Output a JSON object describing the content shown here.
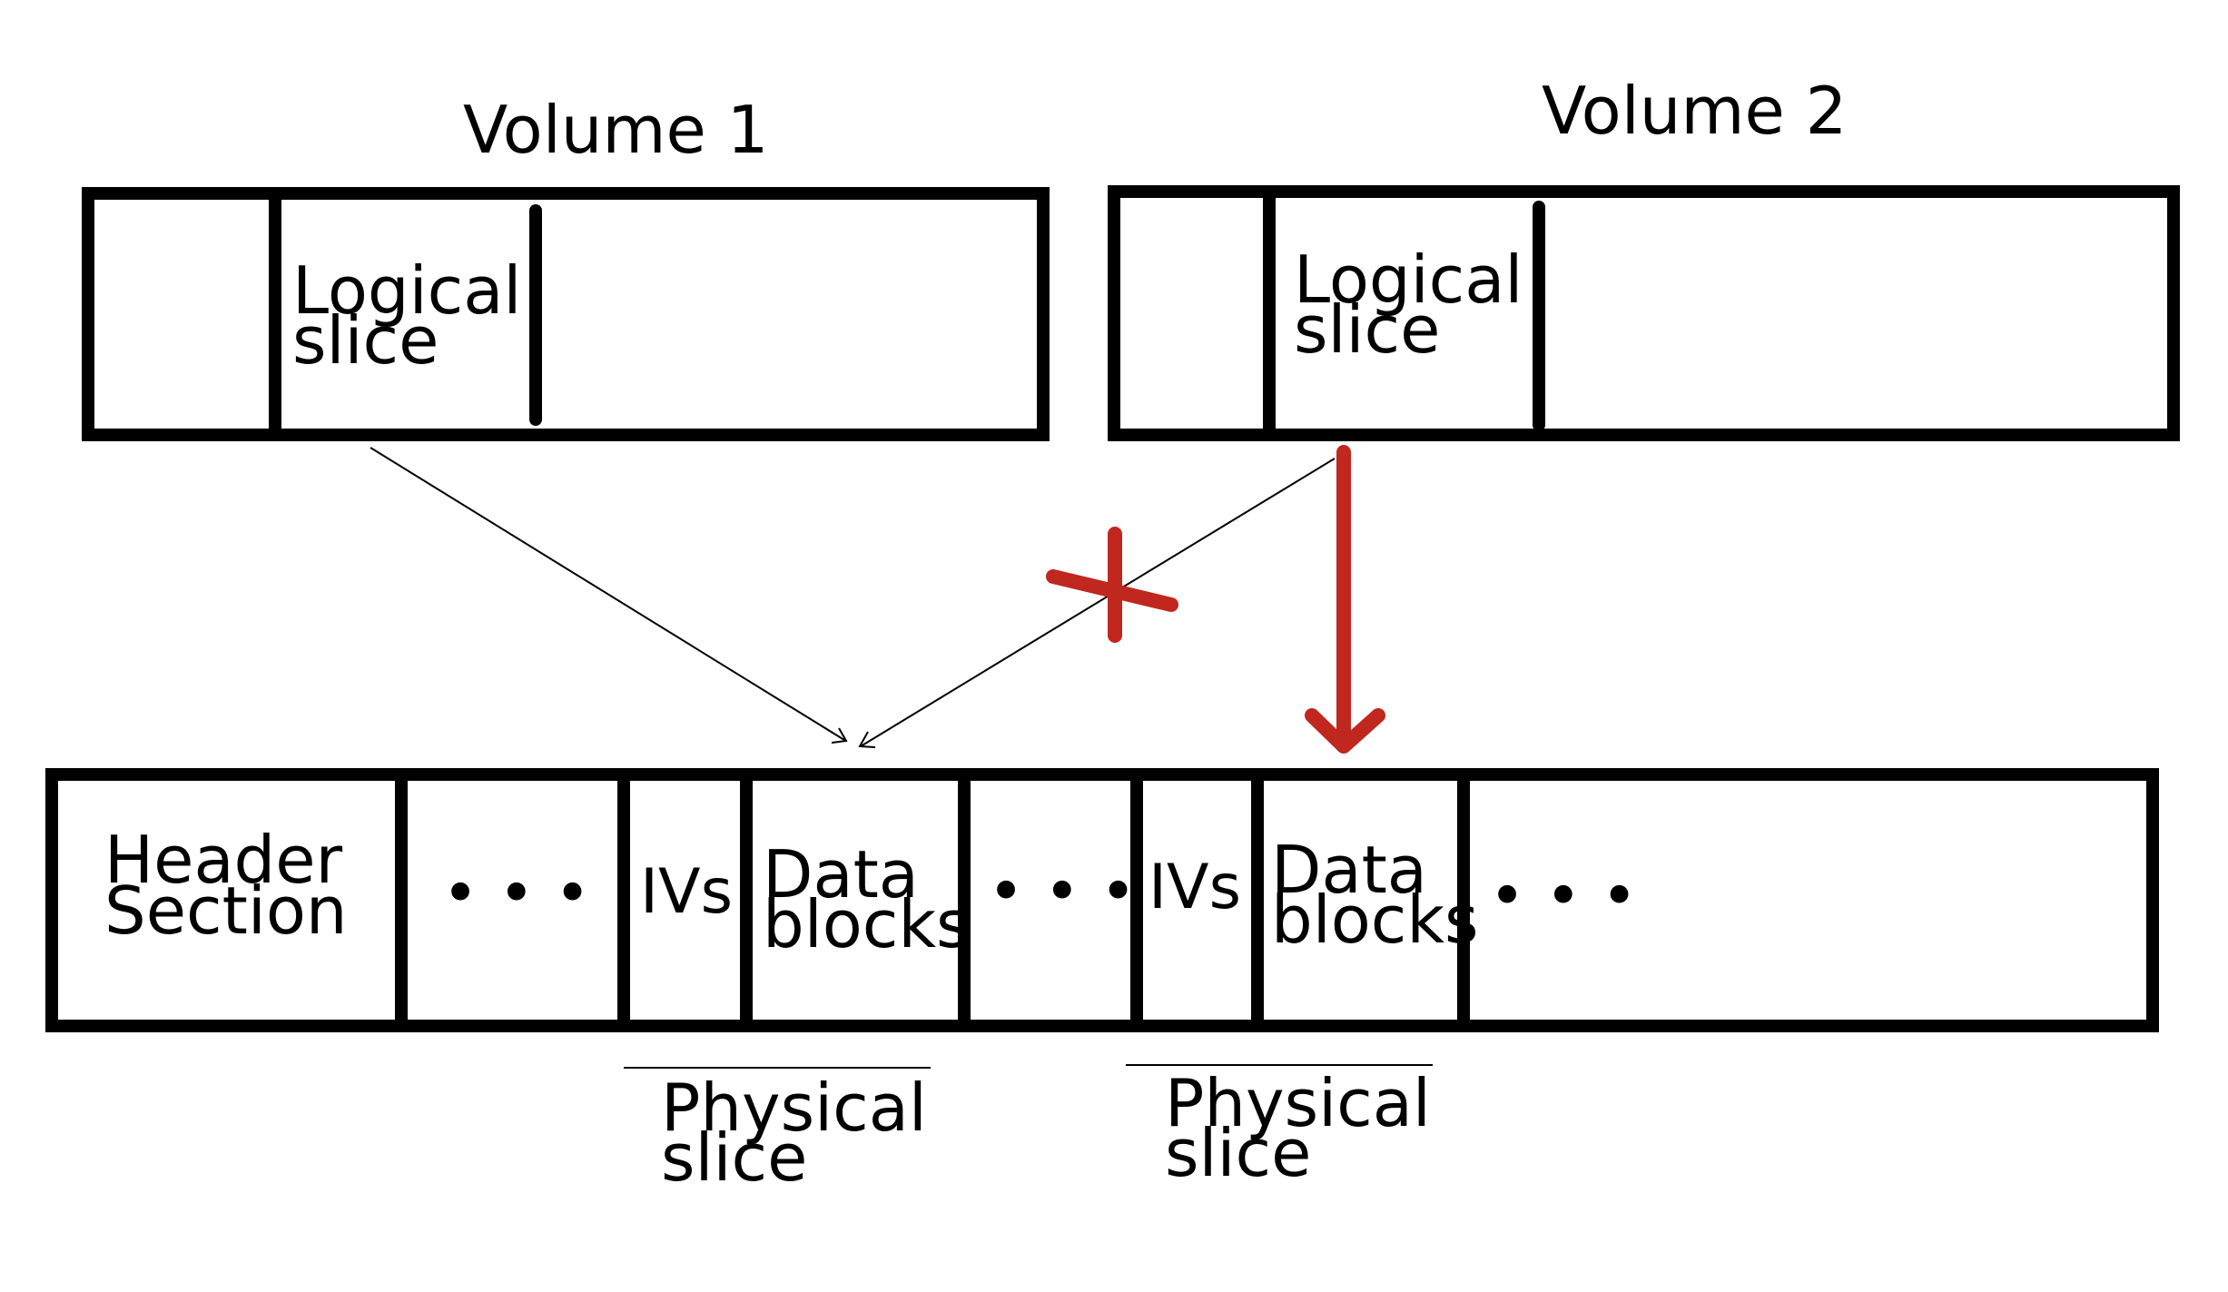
{
  "volume1": {
    "title": "Volume 1",
    "slice_line1": "Logical",
    "slice_line2": "slice"
  },
  "volume2": {
    "title": "Volume 2",
    "slice_line1": "Logical",
    "slice_line2": "slice"
  },
  "disk": {
    "header_line1": "Header",
    "header_line2": "Section",
    "ellipsis": "• • •",
    "ivs": "IVs",
    "data_line1": "Data",
    "data_line2": "blocks"
  },
  "physical_slice": {
    "line1": "Physical",
    "line2": "slice"
  },
  "colors": {
    "ink": "#000000",
    "accent_red": "#c0271e",
    "background": "#ffffff"
  }
}
